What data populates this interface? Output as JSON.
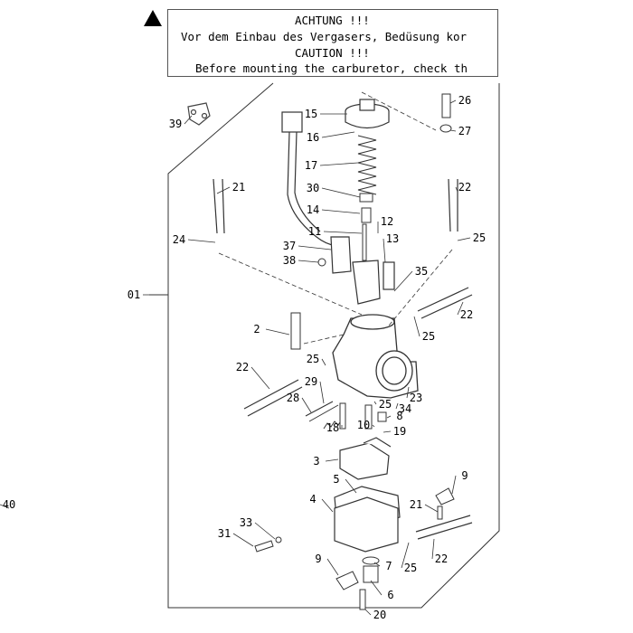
{
  "warning": {
    "lines": [
      "ACHTUNG !!!",
      "Vor dem Einbau des Vergasers, Bedüsung kor",
      "CAUTION !!!",
      "Before mounting the carburetor, check th"
    ]
  },
  "callouts": [
    "01",
    "2",
    "3",
    "4",
    "5",
    "6",
    "7",
    "8",
    "9",
    "9",
    "10",
    "11",
    "12",
    "13",
    "14",
    "15",
    "16",
    "17",
    "18",
    "19",
    "20",
    "21",
    "21",
    "22",
    "22",
    "22",
    "22",
    "23",
    "24",
    "25",
    "25",
    "25",
    "25",
    "25",
    "26",
    "27",
    "28",
    "29",
    "30",
    "31",
    "33",
    "34",
    "35",
    "37",
    "38",
    "39",
    "40"
  ]
}
